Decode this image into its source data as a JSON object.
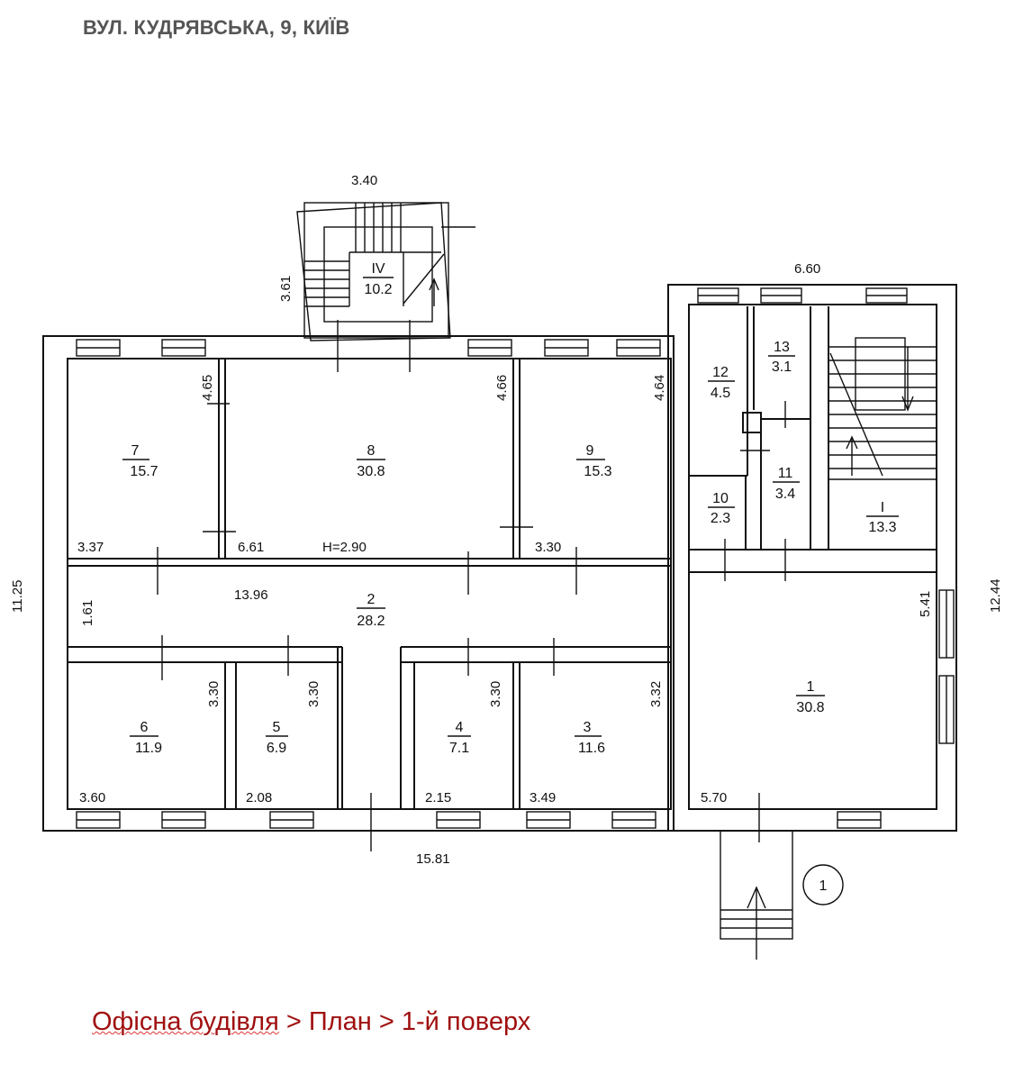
{
  "header": {
    "address": "ВУЛ. КУДРЯВСЬКА, 9, КИЇВ"
  },
  "breadcrumb": {
    "items": [
      "Офісна будівля",
      "План",
      "1-й поверх"
    ],
    "separator": ">"
  },
  "plan": {
    "rooms": [
      {
        "id": "7",
        "area": "15.7"
      },
      {
        "id": "8",
        "area": "30.8"
      },
      {
        "id": "9",
        "area": "15.3"
      },
      {
        "id": "2",
        "area": "28.2"
      },
      {
        "id": "6",
        "area": "11.9"
      },
      {
        "id": "5",
        "area": "6.9"
      },
      {
        "id": "4",
        "area": "7.1"
      },
      {
        "id": "3",
        "area": "11.6"
      },
      {
        "id": "1",
        "area": "30.8"
      },
      {
        "id": "12",
        "area": "4.5"
      },
      {
        "id": "13",
        "area": "3.1"
      },
      {
        "id": "10",
        "area": "2.3"
      },
      {
        "id": "11",
        "area": "3.4"
      },
      {
        "id": "I",
        "area": "13.3"
      },
      {
        "id": "IV",
        "area": "10.2"
      }
    ],
    "dims": {
      "stair_w": "3.40",
      "stair_h": "3.61",
      "right_w": "6.60",
      "r7_h": "4.65",
      "r8_h": "4.66",
      "r9_h": "4.64",
      "r7_w": "3.37",
      "r8_w": "6.61",
      "height": "H=2.90",
      "r9_w": "3.30",
      "left_total": "11.25",
      "right_total": "12.44",
      "corr_h": "1.61",
      "corr_w": "13.96",
      "r1_h": "5.41",
      "r6_h": "3.30",
      "r5_h": "3.30",
      "r4_h": "3.30",
      "r3_h": "3.32",
      "r6_w": "3.60",
      "r5_w": "2.08",
      "r4_w": "2.15",
      "r3_w": "3.49",
      "r1_w": "5.70",
      "bottom_total": "15.81"
    },
    "entrance_marker": "1"
  }
}
